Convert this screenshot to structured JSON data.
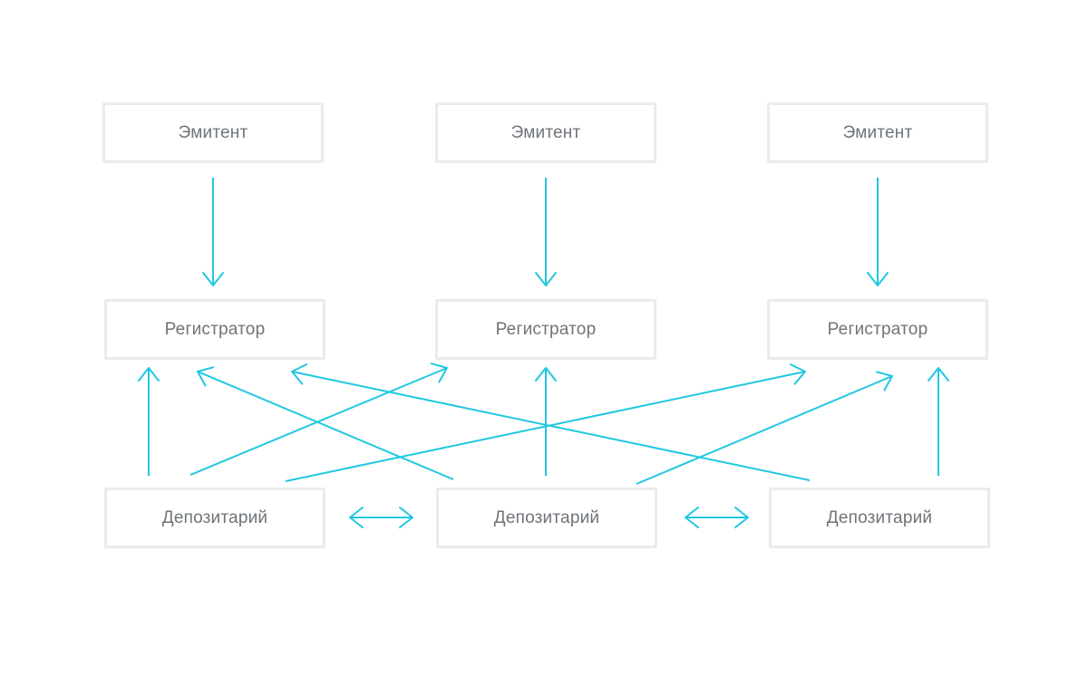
{
  "diagram": {
    "issuers": [
      {
        "label": "Эмитент"
      },
      {
        "label": "Эмитент"
      },
      {
        "label": "Эмитент"
      }
    ],
    "registrars": [
      {
        "label": "Регистратор"
      },
      {
        "label": "Регистратор"
      },
      {
        "label": "Регистратор"
      }
    ],
    "depositories": [
      {
        "label": "Депозитарий"
      },
      {
        "label": "Депозитарий"
      },
      {
        "label": "Депозитарий"
      }
    ],
    "connections": [
      {
        "from": "issuer-1",
        "to": "registrar-1",
        "direction": "one-way"
      },
      {
        "from": "issuer-2",
        "to": "registrar-2",
        "direction": "one-way"
      },
      {
        "from": "issuer-3",
        "to": "registrar-3",
        "direction": "one-way"
      },
      {
        "from": "depository-1",
        "to": "registrar-1",
        "direction": "one-way"
      },
      {
        "from": "depository-1",
        "to": "registrar-2",
        "direction": "one-way"
      },
      {
        "from": "depository-1",
        "to": "registrar-3",
        "direction": "one-way"
      },
      {
        "from": "depository-2",
        "to": "registrar-1",
        "direction": "one-way"
      },
      {
        "from": "depository-2",
        "to": "registrar-2",
        "direction": "one-way"
      },
      {
        "from": "depository-2",
        "to": "registrar-3",
        "direction": "one-way"
      },
      {
        "from": "depository-3",
        "to": "registrar-1",
        "direction": "one-way"
      },
      {
        "from": "depository-3",
        "to": "registrar-3",
        "direction": "one-way"
      },
      {
        "from": "depository-1",
        "to": "depository-2",
        "direction": "two-way"
      },
      {
        "from": "depository-2",
        "to": "depository-3",
        "direction": "two-way"
      }
    ],
    "colors": {
      "arrow": "#1fc8e0",
      "box_border": "#e9ebec",
      "text": "#6e7479",
      "background": "#ffffff"
    }
  }
}
